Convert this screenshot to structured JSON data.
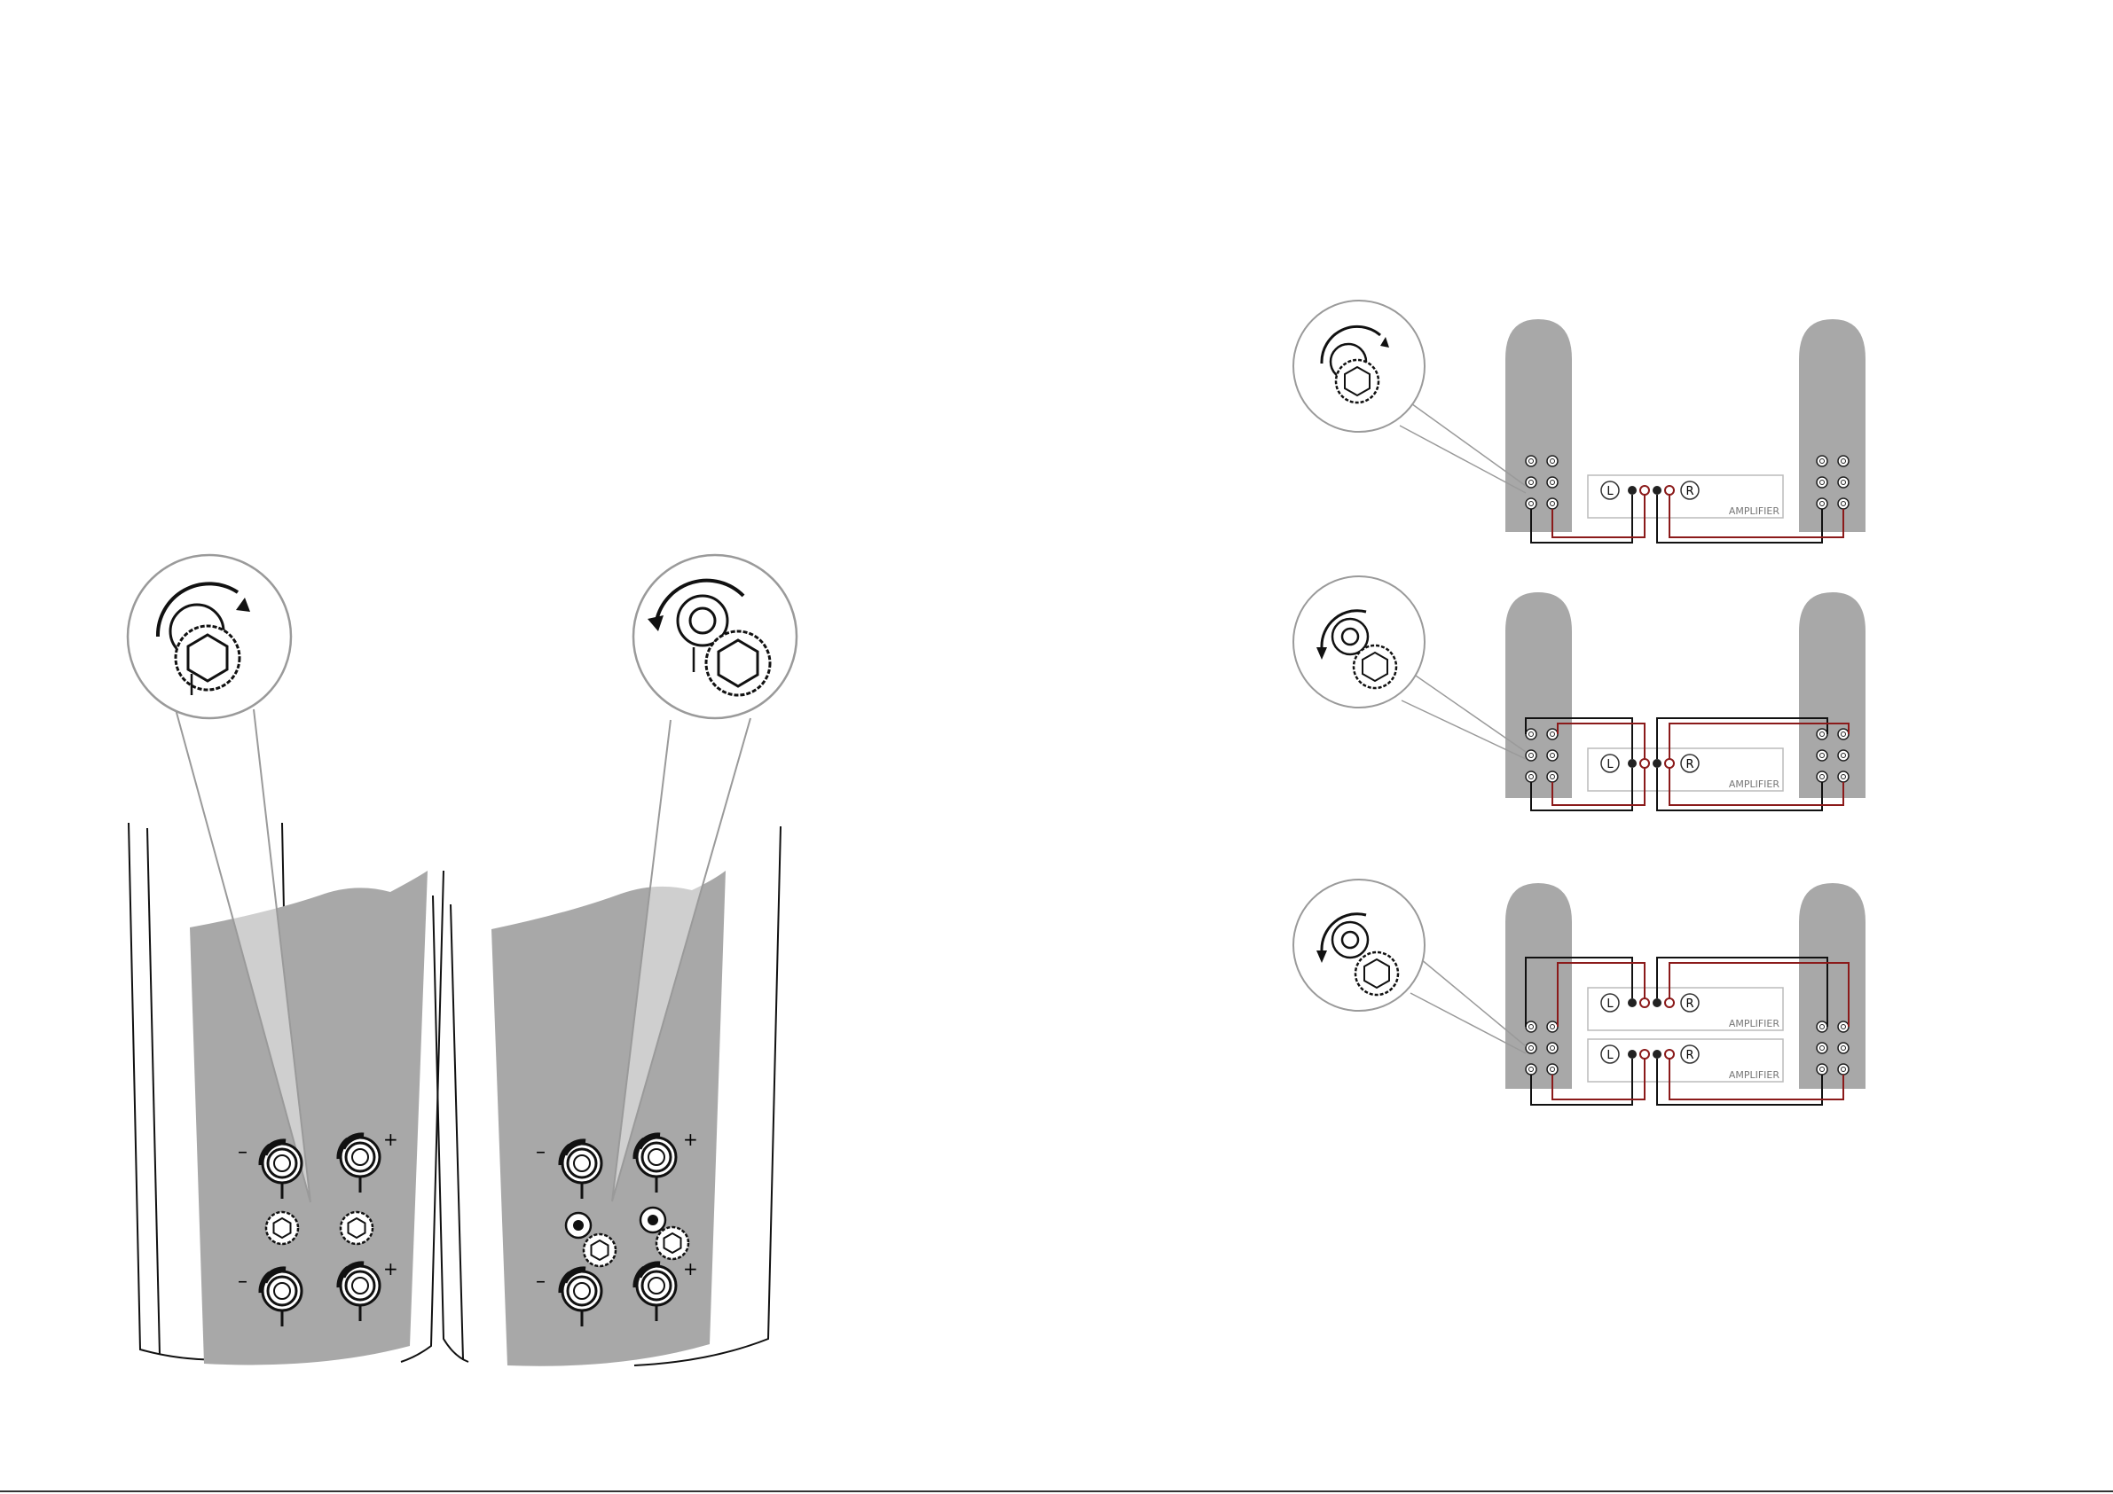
{
  "panels": {
    "terminal_signs": {
      "minus": "–",
      "plus": "+"
    }
  },
  "setups": [
    {
      "amplifiers": [
        {
          "left_badge": "L",
          "right_badge": "R",
          "label": "AMPLIFIER"
        }
      ]
    },
    {
      "amplifiers": [
        {
          "left_badge": "L",
          "right_badge": "R",
          "label": "AMPLIFIER"
        }
      ]
    },
    {
      "amplifiers": [
        {
          "left_badge": "L",
          "right_badge": "R",
          "label": "AMPLIFIER"
        },
        {
          "left_badge": "L",
          "right_badge": "R",
          "label": "AMPLIFIER"
        }
      ]
    }
  ],
  "colors": {
    "cabinet": "#a8a8a8",
    "wire_red": "#8b1a1a",
    "wire_black": "#111111",
    "zoom_ring": "#9a9a9a"
  }
}
